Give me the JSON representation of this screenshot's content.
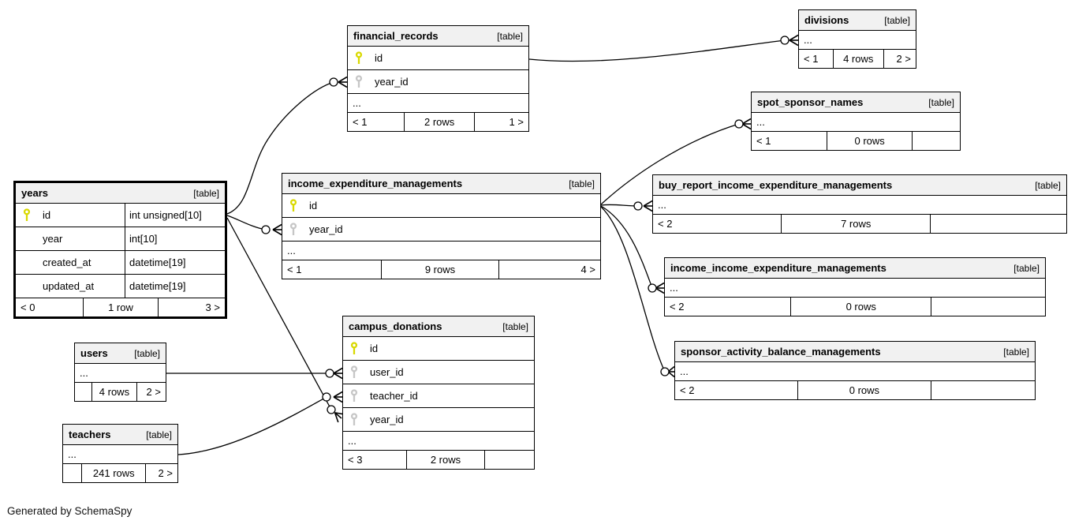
{
  "note": {
    "text": "Generated by SchemaSpy"
  },
  "colors": {
    "primary_key": "#d9d900",
    "foreign_key": "#c6c6c6",
    "header_bg": "#f1f1f1",
    "border": "#000000",
    "background": "#ffffff"
  },
  "tables": [
    {
      "id": "financial_records",
      "name": "financial_records",
      "tag": "[table]",
      "columns": [
        {
          "icon": "primary-key-icon",
          "name": "id",
          "type": ""
        },
        {
          "icon": "foreign-key-icon",
          "name": "year_id",
          "type": ""
        }
      ],
      "ellipsis": "...",
      "footer": [
        "< 1",
        "2 rows",
        "1 >"
      ]
    },
    {
      "id": "divisions",
      "name": "divisions",
      "tag": "[table]",
      "columns": [],
      "ellipsis": "...",
      "footer": [
        "< 1",
        "4 rows",
        "2 >"
      ]
    },
    {
      "id": "spot_sponsor_names",
      "name": "spot_sponsor_names",
      "tag": "[table]",
      "columns": [],
      "ellipsis": "...",
      "footer": [
        "< 1",
        "0 rows",
        ""
      ]
    },
    {
      "id": "buy_report_income_expenditure_managements",
      "name": "buy_report_income_expenditure_managements",
      "tag": "[table]",
      "columns": [],
      "ellipsis": "...",
      "footer": [
        "< 2",
        "7 rows",
        ""
      ]
    },
    {
      "id": "income_income_expenditure_managements",
      "name": "income_income_expenditure_managements",
      "tag": "[table]",
      "columns": [],
      "ellipsis": "...",
      "footer": [
        "< 2",
        "0 rows",
        ""
      ]
    },
    {
      "id": "sponsor_activity_balance_managements",
      "name": "sponsor_activity_balance_managements",
      "tag": "[table]",
      "columns": [],
      "ellipsis": "...",
      "footer": [
        "< 2",
        "0 rows",
        ""
      ]
    },
    {
      "id": "years",
      "name": "years",
      "tag": "[table]",
      "columns": [
        {
          "icon": "primary-key-icon",
          "name": "id",
          "type": "int unsigned[10]"
        },
        {
          "icon": null,
          "name": "year",
          "type": "int[10]"
        },
        {
          "icon": null,
          "name": "created_at",
          "type": "datetime[19]"
        },
        {
          "icon": null,
          "name": "updated_at",
          "type": "datetime[19]"
        }
      ],
      "ellipsis": null,
      "footer": [
        "< 0",
        "1 row",
        "3 >"
      ]
    },
    {
      "id": "income_expenditure_managements",
      "name": "income_expenditure_managements",
      "tag": "[table]",
      "columns": [
        {
          "icon": "primary-key-icon",
          "name": "id",
          "type": ""
        },
        {
          "icon": "foreign-key-icon",
          "name": "year_id",
          "type": ""
        }
      ],
      "ellipsis": "...",
      "footer": [
        "< 1",
        "9 rows",
        "4 >"
      ]
    },
    {
      "id": "users",
      "name": "users",
      "tag": "[table]",
      "columns": [],
      "ellipsis": "...",
      "footer": [
        "",
        "4 rows",
        "2 >"
      ]
    },
    {
      "id": "teachers",
      "name": "teachers",
      "tag": "[table]",
      "columns": [],
      "ellipsis": "...",
      "footer": [
        "",
        "241 rows",
        "2 >"
      ]
    },
    {
      "id": "campus_donations",
      "name": "campus_donations",
      "tag": "[table]",
      "columns": [
        {
          "icon": "primary-key-icon",
          "name": "id",
          "type": ""
        },
        {
          "icon": "foreign-key-icon",
          "name": "user_id",
          "type": ""
        },
        {
          "icon": "foreign-key-icon",
          "name": "teacher_id",
          "type": ""
        },
        {
          "icon": "foreign-key-icon",
          "name": "year_id",
          "type": ""
        }
      ],
      "ellipsis": "...",
      "footer": [
        "< 3",
        "2 rows",
        ""
      ]
    }
  ],
  "relationships": [
    {
      "parent_table": "years",
      "parent_column": "id",
      "child_table": "financial_records",
      "child_column": "year_id"
    },
    {
      "parent_table": "years",
      "parent_column": "id",
      "child_table": "income_expenditure_managements",
      "child_column": "year_id"
    },
    {
      "parent_table": "years",
      "parent_column": "id",
      "child_table": "campus_donations",
      "child_column": "year_id"
    },
    {
      "parent_table": "financial_records",
      "parent_column": "id",
      "child_table": "divisions",
      "child_column": ""
    },
    {
      "parent_table": "income_expenditure_managements",
      "parent_column": "id",
      "child_table": "spot_sponsor_names",
      "child_column": ""
    },
    {
      "parent_table": "income_expenditure_managements",
      "parent_column": "id",
      "child_table": "buy_report_income_expenditure_managements",
      "child_column": ""
    },
    {
      "parent_table": "income_expenditure_managements",
      "parent_column": "id",
      "child_table": "income_income_expenditure_managements",
      "child_column": ""
    },
    {
      "parent_table": "income_expenditure_managements",
      "parent_column": "id",
      "child_table": "sponsor_activity_balance_managements",
      "child_column": ""
    },
    {
      "parent_table": "users",
      "parent_column": "",
      "child_table": "campus_donations",
      "child_column": "user_id"
    },
    {
      "parent_table": "teachers",
      "parent_column": "",
      "child_table": "campus_donations",
      "child_column": "teacher_id"
    }
  ]
}
